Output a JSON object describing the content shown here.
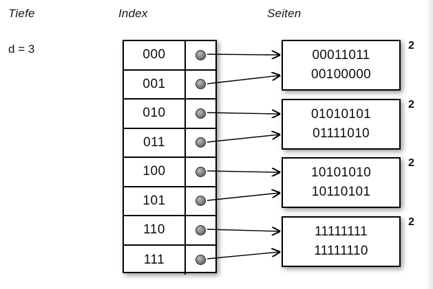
{
  "headers": {
    "depth_label": "Tiefe",
    "index_label": "Index",
    "pages_label": "Seiten"
  },
  "depth": {
    "value_text": "d = 3"
  },
  "index_table": {
    "rows": [
      {
        "key": "000",
        "pointer_icon": "filled-dot-icon",
        "target_page": 0
      },
      {
        "key": "001",
        "pointer_icon": "filled-dot-icon",
        "target_page": 0
      },
      {
        "key": "010",
        "pointer_icon": "filled-dot-icon",
        "target_page": 1
      },
      {
        "key": "011",
        "pointer_icon": "filled-dot-icon",
        "target_page": 1
      },
      {
        "key": "100",
        "pointer_icon": "filled-dot-icon",
        "target_page": 2
      },
      {
        "key": "101",
        "pointer_icon": "filled-dot-icon",
        "target_page": 2
      },
      {
        "key": "110",
        "pointer_icon": "filled-dot-icon",
        "target_page": 3
      },
      {
        "key": "111",
        "pointer_icon": "filled-dot-icon",
        "target_page": 3
      }
    ]
  },
  "pages": [
    {
      "line1": "00011011",
      "line2": "00100000",
      "local_depth": "2"
    },
    {
      "line1": "01010101",
      "line2": "01111010",
      "local_depth": "2"
    },
    {
      "line1": "10101010",
      "line2": "10110101",
      "local_depth": "2"
    },
    {
      "line1": "11111111",
      "line2": "11111110",
      "local_depth": "2"
    }
  ],
  "colors": {
    "background": "#ffffff",
    "stroke": "#000000",
    "text": "#0d0d0d",
    "dot_light": "#b9b9b9",
    "dot_dark": "#3d3d3d"
  }
}
